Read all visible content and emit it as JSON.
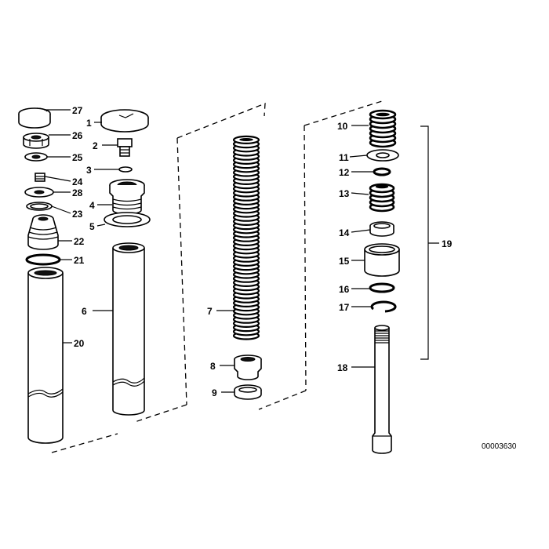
{
  "diagram": {
    "reference_number": "00003630",
    "callouts": [
      "1",
      "2",
      "3",
      "4",
      "5",
      "6",
      "7",
      "8",
      "9",
      "10",
      "11",
      "12",
      "13",
      "14",
      "15",
      "16",
      "17",
      "18",
      "19",
      "20",
      "21",
      "22",
      "23",
      "24",
      "25",
      "26",
      "27",
      "28"
    ]
  }
}
